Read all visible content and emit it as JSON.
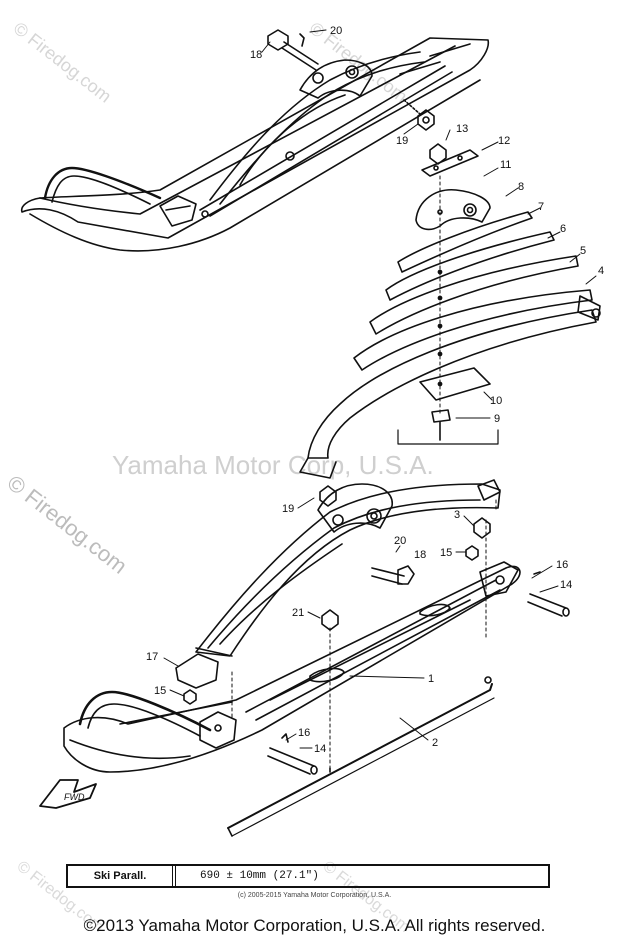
{
  "watermarks": {
    "center": "Yamaha Motor Corp, U.S.A.",
    "side": "© Firedog.com",
    "corner": "© Firedog.com"
  },
  "callouts": [
    "1",
    "2",
    "3",
    "4",
    "5",
    "6",
    "7",
    "8",
    "9",
    "10",
    "11",
    "12",
    "13",
    "14",
    "14",
    "15",
    "15",
    "16",
    "16",
    "17",
    "18",
    "18",
    "19",
    "19",
    "20",
    "20",
    "21"
  ],
  "front_marker": "FWD",
  "spec_table": {
    "label": "Ski Parall.",
    "value": "690 ± 10mm   (27.1\")"
  },
  "copyright_small": "(c) 2005-2015 Yamaha Motor Corporation, U.S.A.",
  "copyright_main": "©2013 Yamaha Motor Corporation, U.S.A. All rights reserved.",
  "colors": {
    "ink": "#111111",
    "watermark": "#c8c8c8"
  }
}
